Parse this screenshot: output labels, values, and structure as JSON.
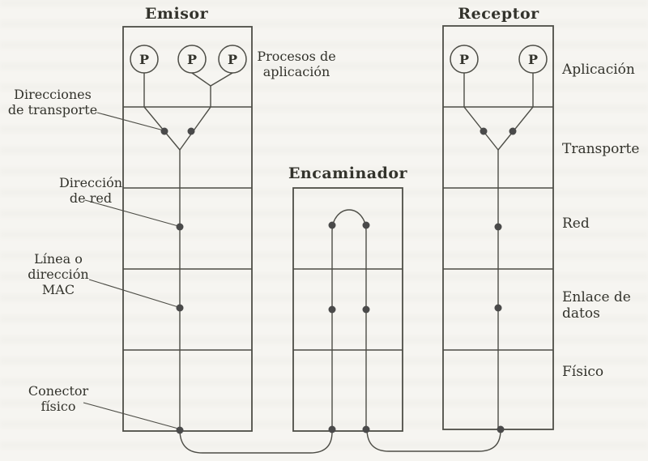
{
  "diagram": {
    "type": "network-layer-diagram",
    "nodes": {
      "emisor": {
        "title": "Emisor"
      },
      "encaminador": {
        "title": "Encaminador"
      },
      "receptor": {
        "title": "Receptor"
      }
    },
    "process_letter": "P",
    "process_caption": "Procesos de\naplicación",
    "callouts": {
      "transport": "Direcciones\nde transporte",
      "network": "Dirección\nde red",
      "mac": "Línea o\ndirección\nMAC",
      "physical": "Conector\nfísico"
    },
    "layers": [
      {
        "label": "Aplicación"
      },
      {
        "label": "Transporte"
      },
      {
        "label": "Red"
      },
      {
        "label": "Enlace de\ndatos"
      },
      {
        "label": "Físico"
      }
    ],
    "colors": {
      "line": "#4d4d46",
      "dot": "#4a4a4a",
      "text": "#33332c",
      "background": "#f6f5f1"
    }
  }
}
